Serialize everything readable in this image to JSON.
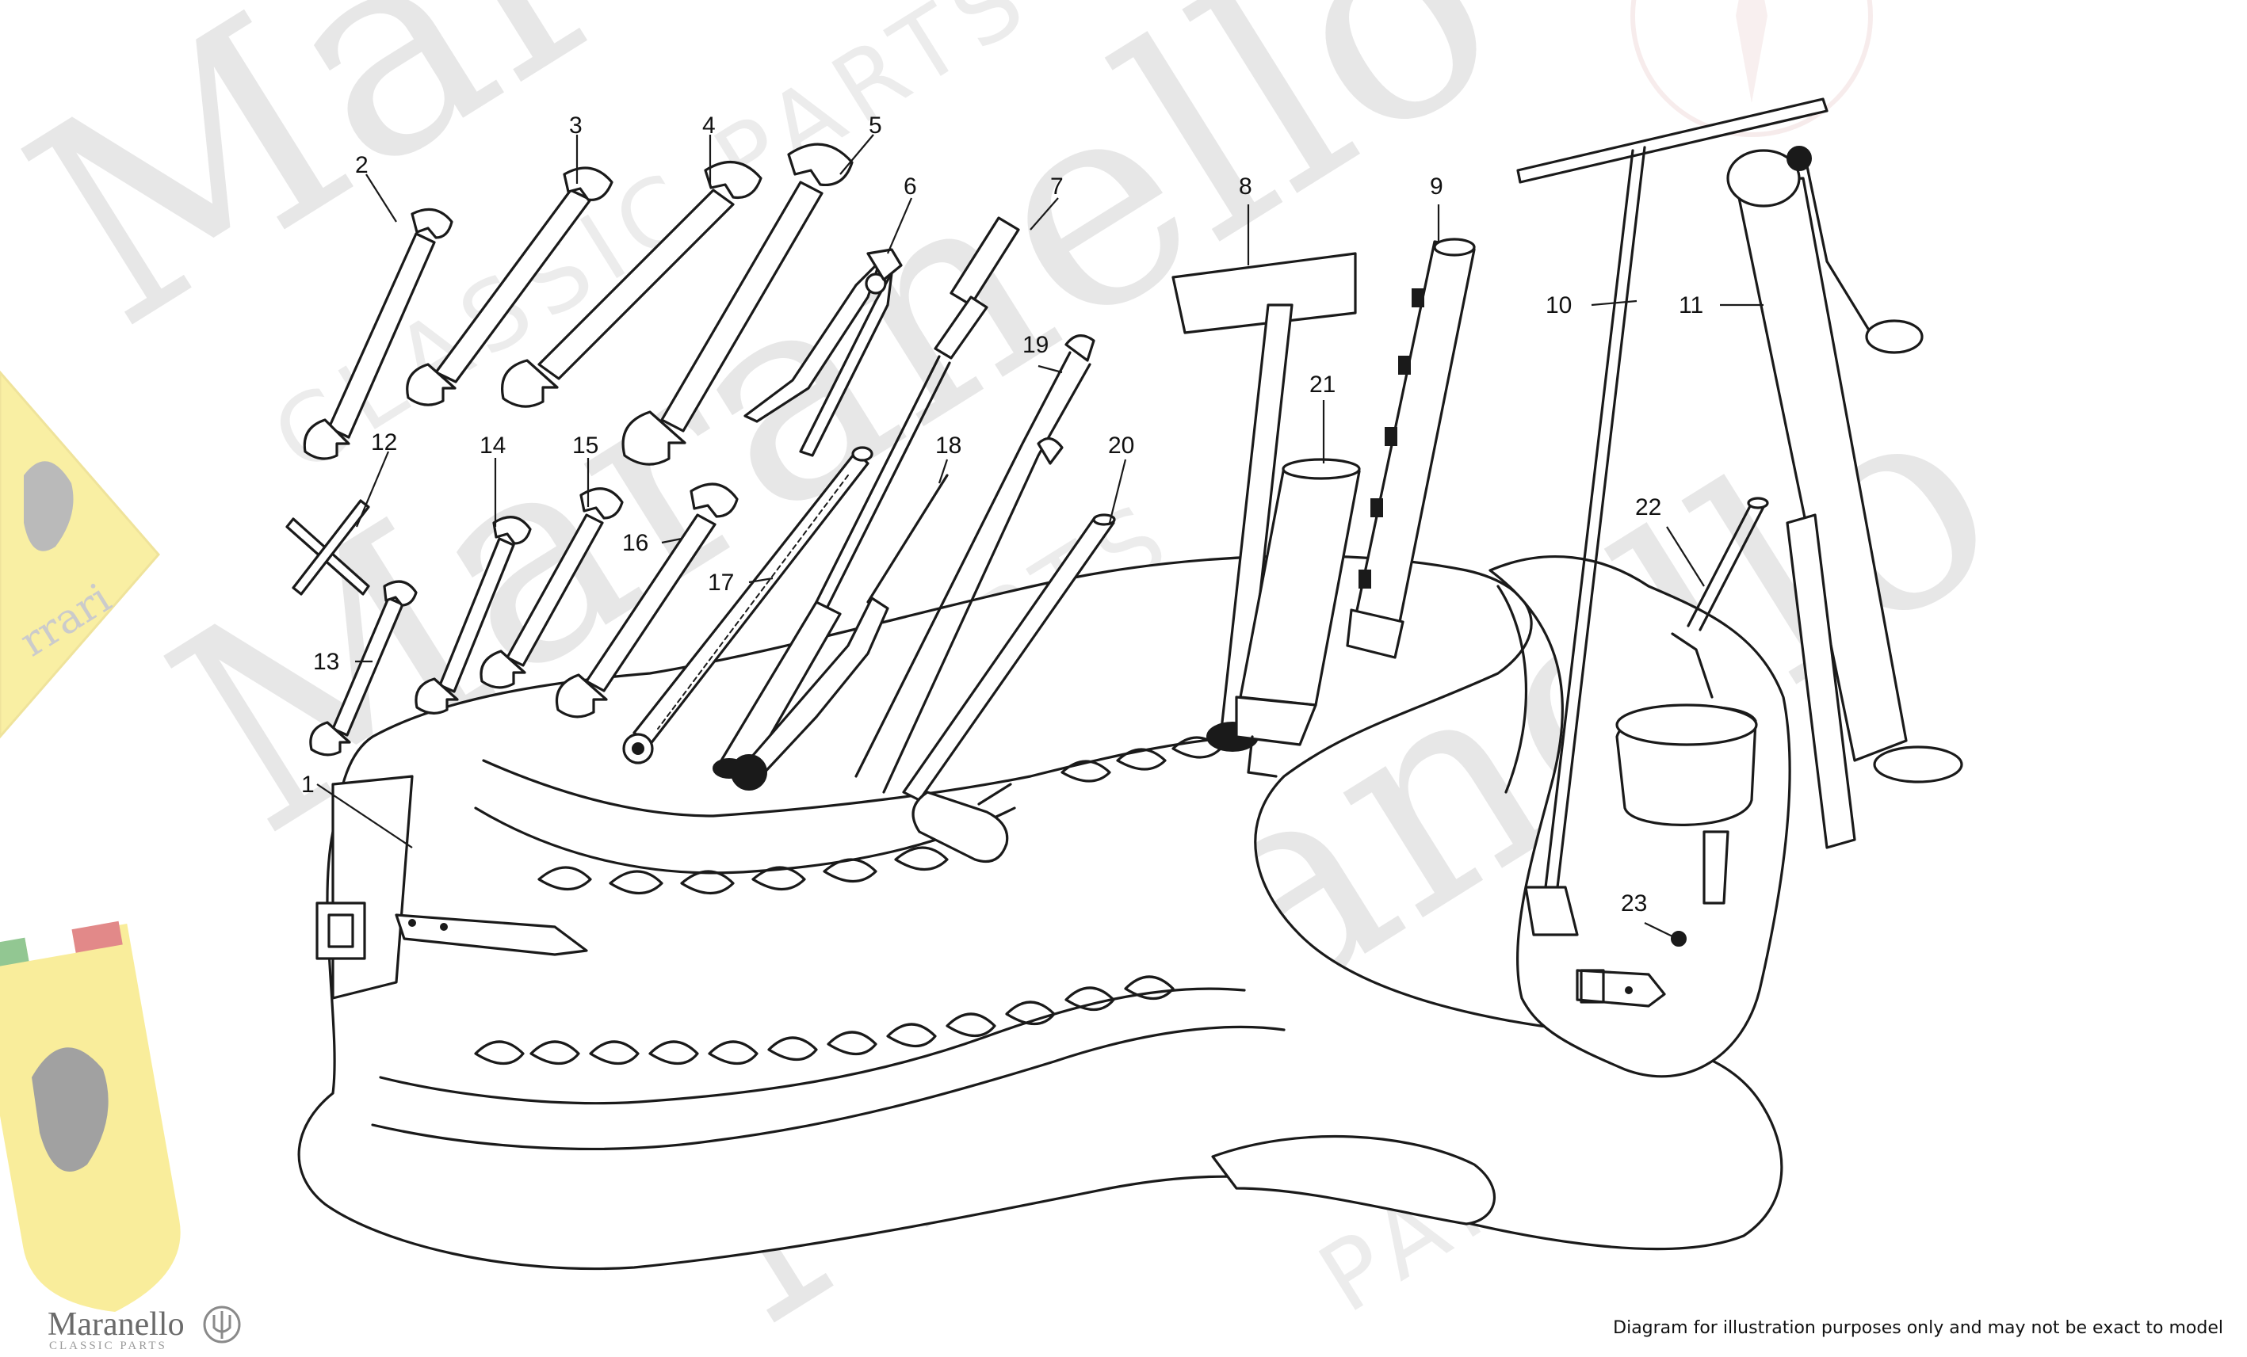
{
  "watermark": {
    "brand": "Maranello",
    "tagline": "CLASSIC PARTS",
    "tagline_short": "PARTS"
  },
  "brand": {
    "name": "Maranello",
    "sub": "CLASSIC PARTS"
  },
  "disclaimer": "Diagram for illustration purposes only and may not be exact to model",
  "callouts": [
    {
      "label": "1"
    },
    {
      "label": "2"
    },
    {
      "label": "3"
    },
    {
      "label": "4"
    },
    {
      "label": "5"
    },
    {
      "label": "6"
    },
    {
      "label": "7"
    },
    {
      "label": "8"
    },
    {
      "label": "9"
    },
    {
      "label": "10"
    },
    {
      "label": "11"
    },
    {
      "label": "12"
    },
    {
      "label": "13"
    },
    {
      "label": "14"
    },
    {
      "label": "15"
    },
    {
      "label": "16"
    },
    {
      "label": "17"
    },
    {
      "label": "18"
    },
    {
      "label": "19"
    },
    {
      "label": "20"
    },
    {
      "label": "21"
    },
    {
      "label": "22"
    },
    {
      "label": "23"
    }
  ],
  "colors": {
    "ink": "#1a1a1a",
    "watermark": "#e7e7e7",
    "badge_yellow": "#f5e04a",
    "flag_green": "#3a9a3a",
    "flag_red": "#cc2a2a"
  }
}
